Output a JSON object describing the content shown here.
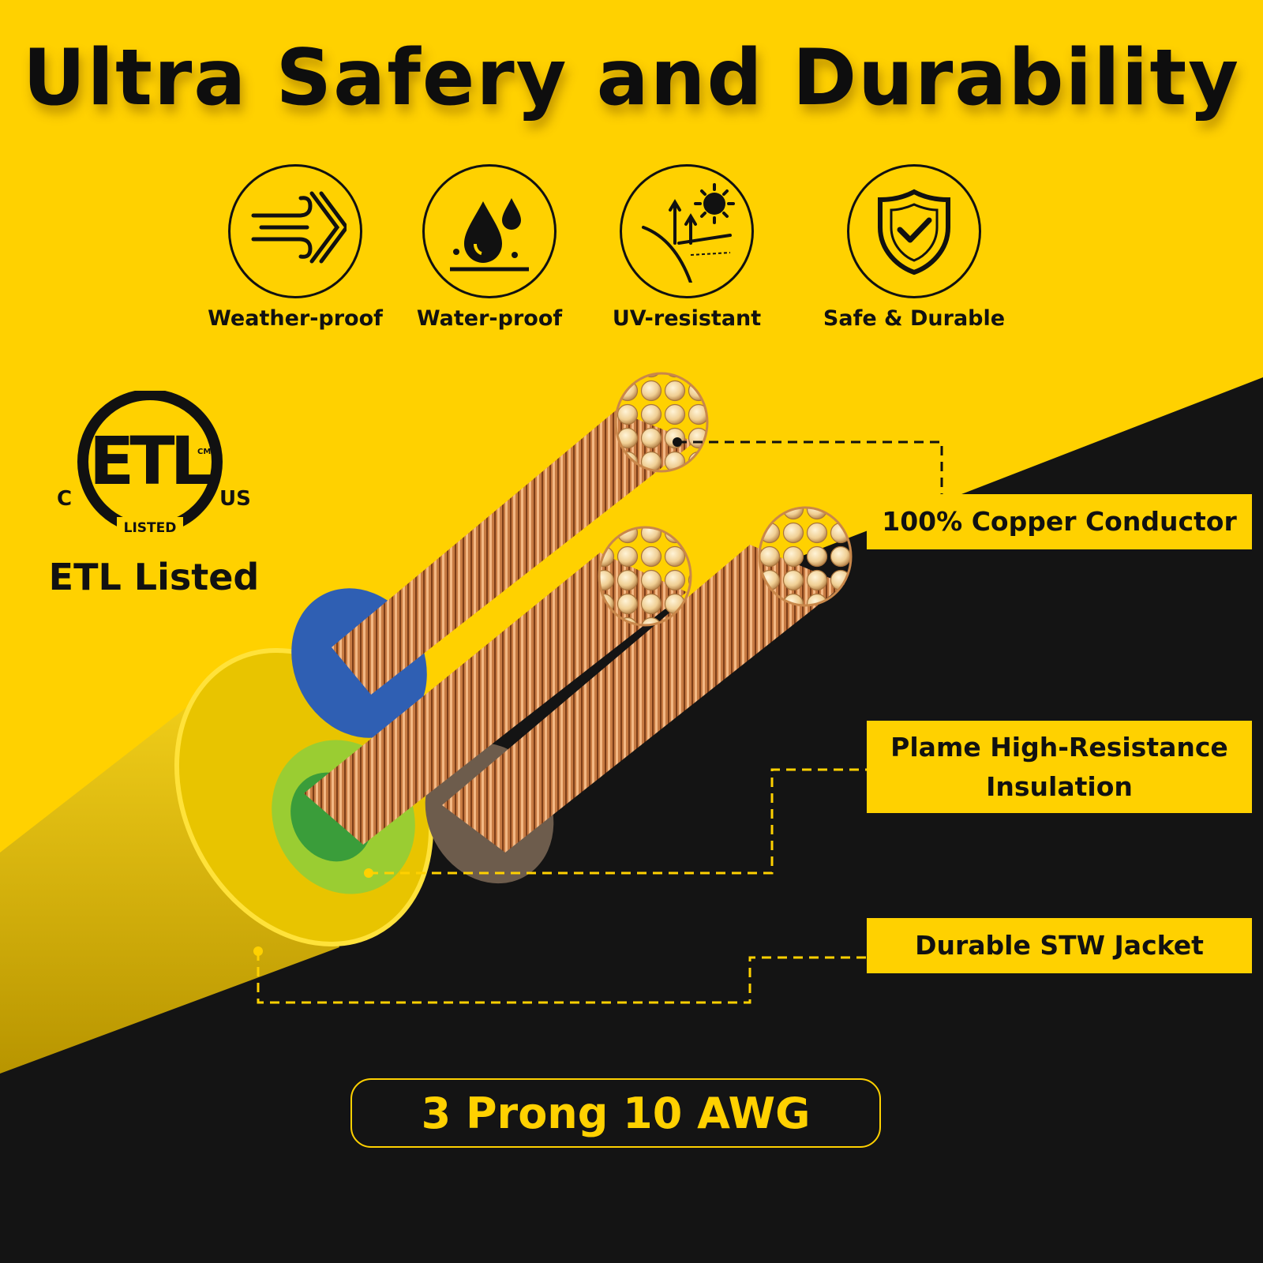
{
  "title": "Ultra Safery and Durability",
  "features": [
    {
      "label": "Weather-proof",
      "icon": "wind-icon"
    },
    {
      "label": "Water-proof",
      "icon": "water-drop-icon"
    },
    {
      "label": "UV-resistant",
      "icon": "sun-uv-icon"
    },
    {
      "label": "Safe & Durable",
      "icon": "shield-check-icon"
    }
  ],
  "certification": {
    "logo_text": "ETL",
    "mark_left": "C",
    "mark_right": "US",
    "mark_bottom": "LISTED",
    "mark_small": "CM",
    "caption": "ETL Listed"
  },
  "callouts": {
    "conductor": "100% Copper Conductor",
    "insulation": "Plame High-Resistance Insulation",
    "jacket": "Durable STW Jacket"
  },
  "badge": "3 Prong 10 AWG",
  "colors": {
    "brand_yellow": "#ffd100",
    "dark": "#111111",
    "copper": "#c8773f",
    "insulation_blue": "#2f5fb3",
    "insulation_green_yellow": "#9acd32",
    "insulation_brown": "#6b5a4a"
  }
}
